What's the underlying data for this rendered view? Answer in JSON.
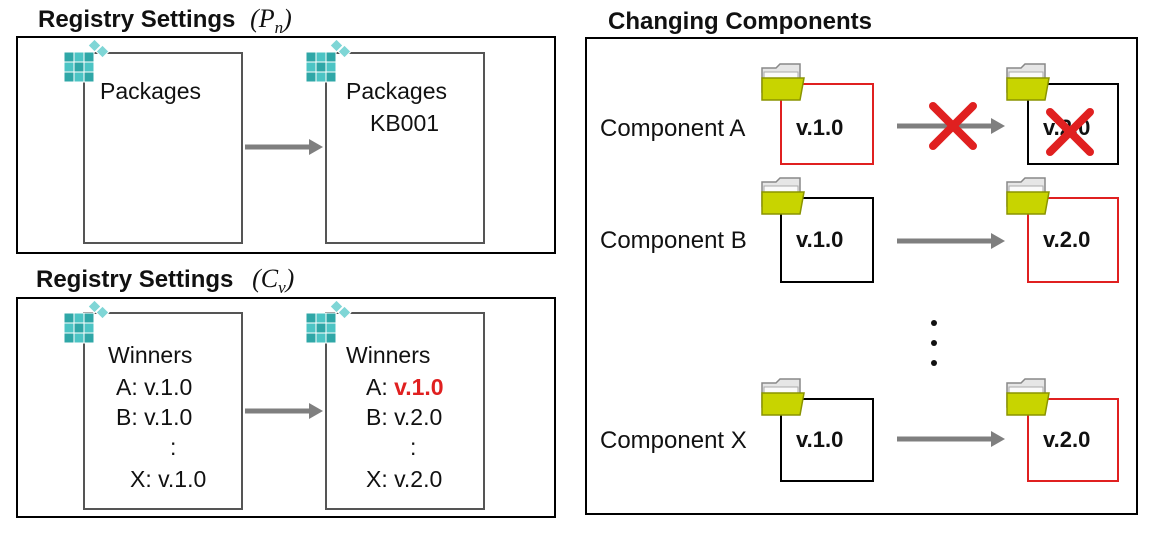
{
  "left_top": {
    "title": "Registry Settings",
    "math": "(P",
    "math_sub": "n",
    "math_close": ")",
    "before_label": "Packages",
    "after_label_1": "Packages",
    "after_label_2": "KB001"
  },
  "left_bottom": {
    "title": "Registry Settings",
    "math": "(C",
    "math_sub": "v",
    "math_close": ")",
    "before": {
      "header": "Winners",
      "a": "A: v.1.0",
      "b": "B: v.1.0",
      "dots": ":",
      "x": "X: v.1.0"
    },
    "after": {
      "header": "Winners",
      "a_prefix": "A: ",
      "a_value": "v.1.0",
      "b": "B: v.2.0",
      "dots": ":",
      "x": "X: v.2.0"
    }
  },
  "right": {
    "title": "Changing Components",
    "rows": [
      {
        "name": "Component A",
        "from": "v.1.0",
        "to": "v.2.0",
        "status": "failed"
      },
      {
        "name": "Component B",
        "from": "v.1.0",
        "to": "v.2.0",
        "status": "changed"
      },
      {
        "name": "Component X",
        "from": "v.1.0",
        "to": "v.2.0",
        "status": "changed"
      }
    ],
    "ellipsis": ":"
  },
  "colors": {
    "highlight": "#e02020",
    "arrow": "#7f7f7f",
    "folder": "#c8d400",
    "registry": "#3bb5b5"
  },
  "icons": [
    "registry-icon",
    "folder-icon",
    "red-x-icon",
    "arrow-right-icon"
  ]
}
